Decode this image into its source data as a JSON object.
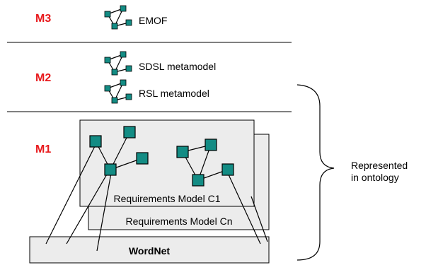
{
  "levels": {
    "m3": "M3",
    "m2": "M2",
    "m1": "M1"
  },
  "metamodels": {
    "emof": "EMOF",
    "sdsl": "SDSL metamodel",
    "rsl": "RSL metamodel"
  },
  "models": {
    "c1": "Requirements Model C1",
    "cn": "Requirements Model Cn"
  },
  "wordnet": "WordNet",
  "annotation": {
    "line1": "Represented",
    "line2": "in ontology"
  },
  "colors": {
    "level_label": "#e8191c",
    "node_fill": "#138c84",
    "box_fill": "#ececec"
  }
}
